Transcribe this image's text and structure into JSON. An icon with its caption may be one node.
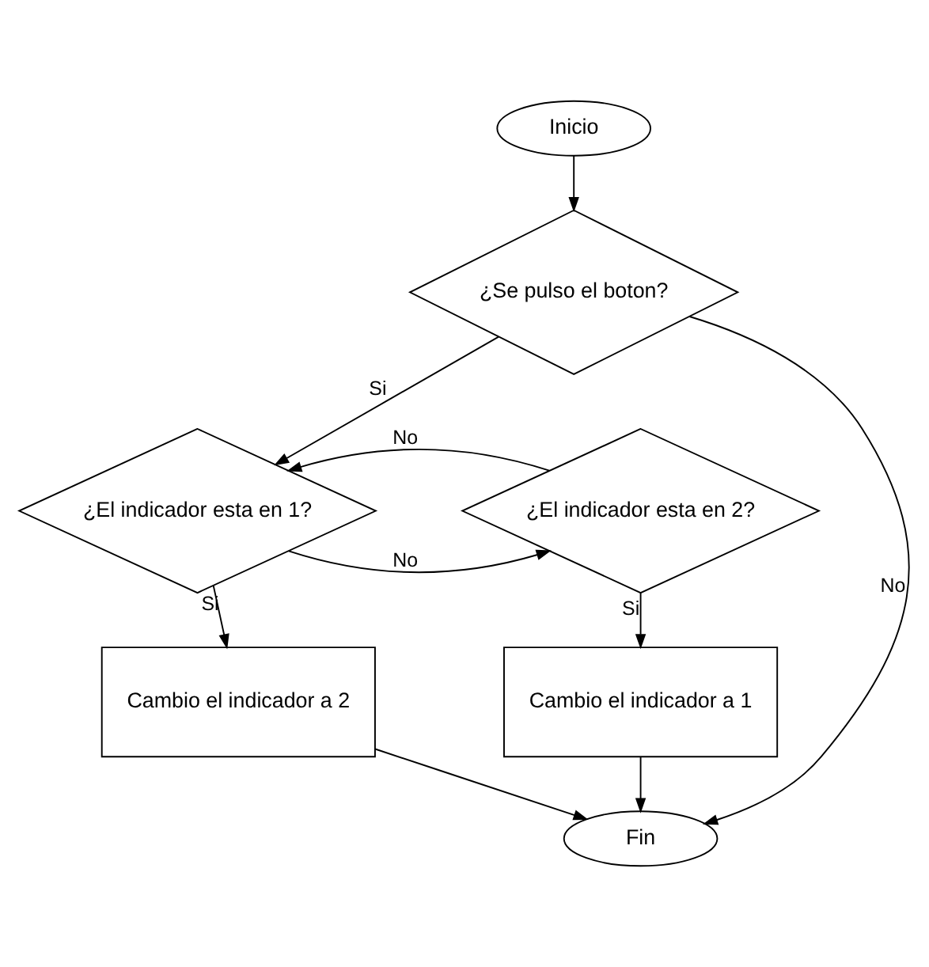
{
  "diagram": {
    "nodes": [
      {
        "text": [
          "Inicio"
        ]
      },
      {
        "text": [
          "¿Se pulso el boton?"
        ]
      },
      {
        "text": [
          "¿El indicador esta en 1?"
        ]
      },
      {
        "text": [
          "¿El indicador esta en 2?"
        ]
      },
      {
        "text": [
          "Cambio el indicador a 2"
        ]
      },
      {
        "text": [
          "Cambio el indicador a 1"
        ]
      },
      {
        "text": [
          "Fin"
        ]
      }
    ],
    "edges": [
      {
        "from": 0,
        "to": 1,
        "arrow": "to"
      },
      {
        "from": 1,
        "to": 6,
        "arrow": "to",
        "label": "No"
      },
      {
        "from": 1,
        "to": 2,
        "arrow": "to",
        "label": "Si"
      },
      {
        "from": 2,
        "to": 3,
        "arrow": "to",
        "label": "No"
      },
      {
        "from": 3,
        "to": 2,
        "arrow": "to",
        "label": "No"
      },
      {
        "from": 2,
        "to": 4,
        "arrow": "to",
        "label": "Si"
      },
      {
        "from": 3,
        "to": 5,
        "arrow": "to",
        "label": "Si"
      },
      {
        "from": 4,
        "to": 6,
        "arrow": "to"
      },
      {
        "from": 5,
        "to": 6,
        "arrow": "to"
      }
    ]
  }
}
